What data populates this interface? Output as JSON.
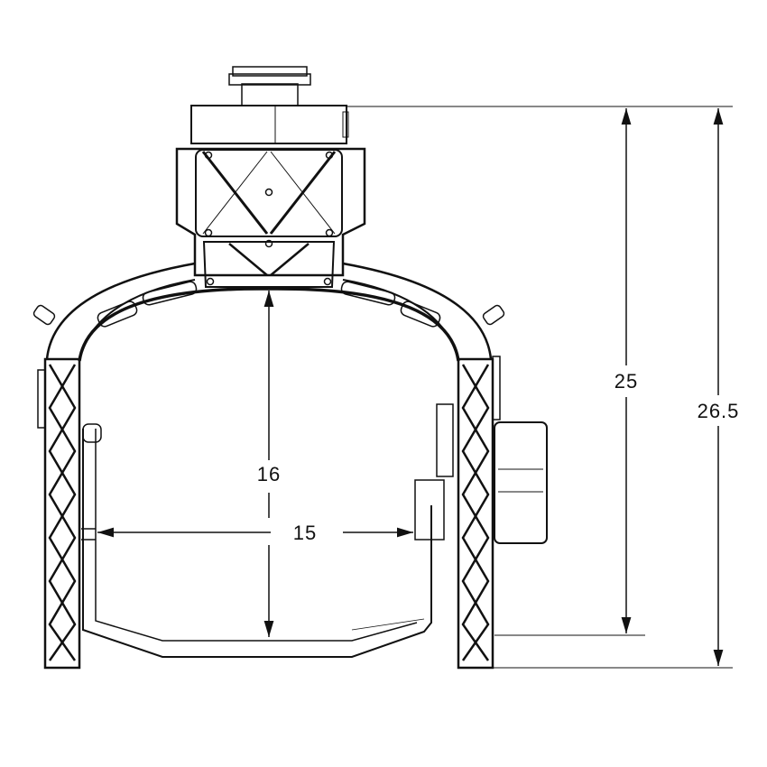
{
  "dimensions": {
    "width_inner": "15",
    "height_inner": "16",
    "height_to_mount": "25",
    "height_total": "26.5"
  },
  "colors": {
    "line": "#111111",
    "background": "#ffffff"
  }
}
